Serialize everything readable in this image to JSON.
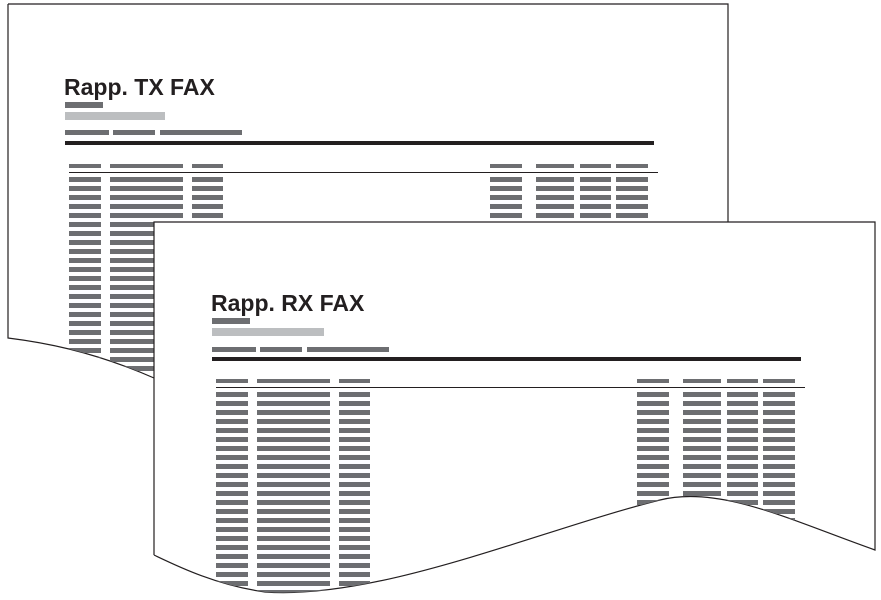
{
  "reports": [
    {
      "id": "tx",
      "title": "Rapp. TX FAX"
    },
    {
      "id": "rx",
      "title": "Rapp. RX FAX"
    }
  ],
  "colors": {
    "ink": "#231f20",
    "placeholder_dark": "#6d6e71",
    "placeholder_light": "#bcbec0",
    "paper": "#ffffff"
  }
}
